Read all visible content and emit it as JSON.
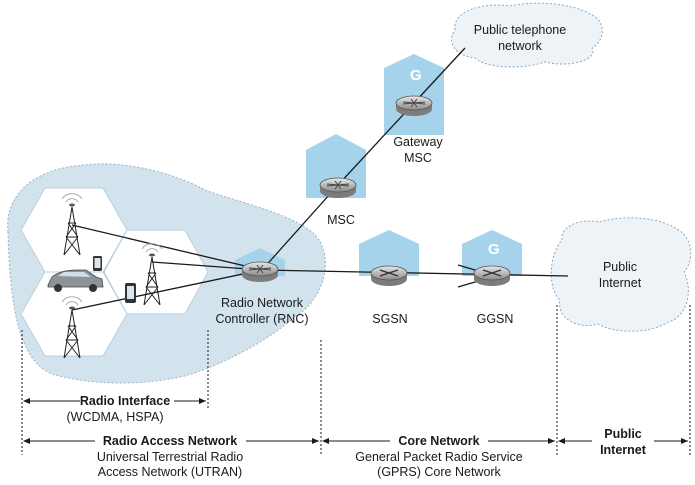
{
  "labels": {
    "pstn_line1": "Public telephone",
    "pstn_line2": "network",
    "gmsc_line1": "Gateway",
    "gmsc_line2": "MSC",
    "msc": "MSC",
    "rnc_line1": "Radio Network",
    "rnc_line2": "Controller (RNC)",
    "sgsn": "SGSN",
    "ggsn": "GGSN",
    "internet_line1": "Public",
    "internet_line2": "Internet",
    "g_badge": "G"
  },
  "dimensions": {
    "radio_interface_title": "Radio Interface",
    "radio_interface_sub": "(WCDMA, HSPA)",
    "ran_title": "Radio Access Network",
    "ran_sub1": "Universal Terrestrial Radio",
    "ran_sub2": "Access Network (UTRAN)",
    "core_title": "Core Network",
    "core_sub1": "General Packet Radio Service",
    "core_sub2": "(GPRS) Core Network",
    "pi_title1": "Public",
    "pi_title2": "Internet"
  }
}
